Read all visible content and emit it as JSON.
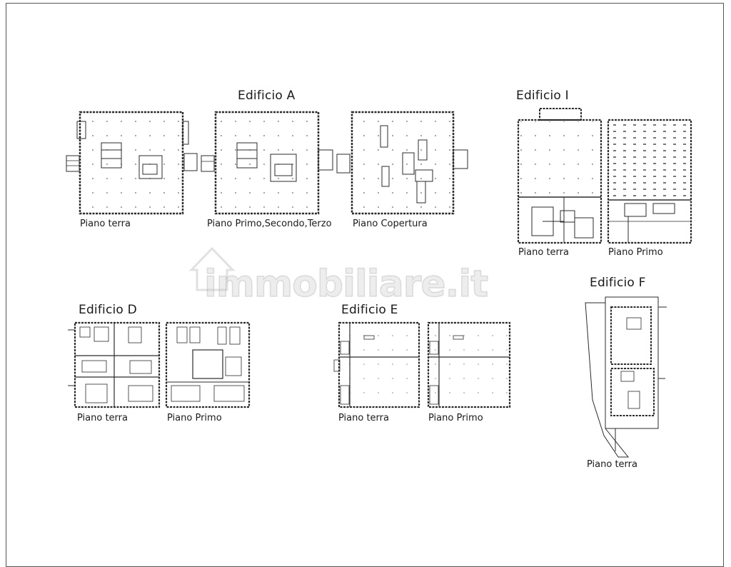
{
  "buildings": {
    "a": {
      "title": "Edificio A",
      "floors": [
        "Piano terra",
        "Piano Primo,Secondo,Terzo",
        "Piano Copertura"
      ]
    },
    "i": {
      "title": "Edificio I",
      "floors": [
        "Piano terra",
        "Piano Primo"
      ]
    },
    "d": {
      "title": "Edificio D",
      "floors": [
        "Piano terra",
        "Piano Primo"
      ]
    },
    "e": {
      "title": "Edificio E",
      "floors": [
        "Piano terra",
        "Piano Primo"
      ]
    },
    "f": {
      "title": "Edificio F",
      "floors": [
        "Piano terra"
      ]
    }
  },
  "watermark": {
    "text": "immobiliare.it"
  },
  "colors": {
    "line": "#2b2b2b",
    "watermark": "#bdbdbd"
  }
}
